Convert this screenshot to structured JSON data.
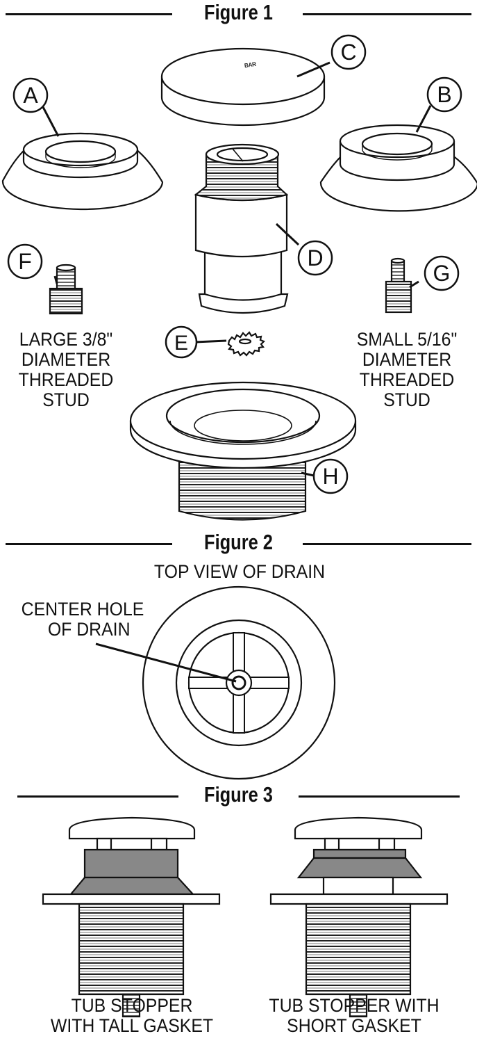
{
  "figure1": {
    "title": "Figure 1",
    "callouts": {
      "a": "A",
      "b": "B",
      "c": "C",
      "d": "D",
      "e": "E",
      "f": "F",
      "g": "G",
      "h": "H"
    },
    "large_stud_lines": [
      "LARGE 3/8\"",
      "DIAMETER",
      "THREADED",
      "STUD"
    ],
    "small_stud_lines": [
      "SMALL 5/16\"",
      "DIAMETER",
      "THREADED",
      "STUD"
    ]
  },
  "figure2": {
    "title": "Figure 2",
    "subtitle": "TOP VIEW OF DRAIN",
    "center_hole_lines": [
      "CENTER HOLE",
      "OF DRAIN"
    ]
  },
  "figure3": {
    "title": "Figure 3",
    "tall_lines": [
      "TUB STOPPER",
      "WITH TALL GASKET"
    ],
    "short_lines": [
      "TUB STOPPER WITH",
      "SHORT GASKET"
    ]
  }
}
